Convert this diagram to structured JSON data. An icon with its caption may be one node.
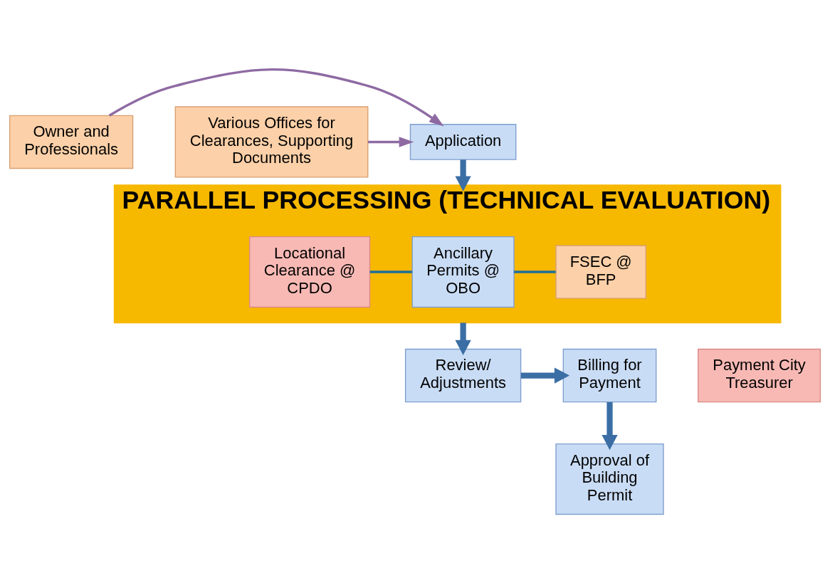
{
  "diagram": {
    "nodes": [
      {
        "text": [
          "Owner and Professionals"
        ]
      },
      {
        "text": [
          "Application"
        ]
      },
      {
        "text": [
          "Various Offices for Clearances, Supporting Documents"
        ]
      },
      {
        "text": [
          "PARALLEL PROCESSING (TECHNICAL EVALUATION)"
        ]
      },
      {
        "text": [
          "Locational Clearance @ CPDO"
        ],
        "in": 3
      },
      {
        "text": [
          "Ancillary Permits @ OBO"
        ],
        "in": 3
      },
      {
        "text": [
          "FSEC @ BFP"
        ],
        "in": 3
      },
      {
        "text": [
          "Review/ Adjustments"
        ]
      },
      {
        "text": [
          "Billing for Payment"
        ]
      },
      {
        "text": [
          "Payment City Treasurer"
        ]
      },
      {
        "text": [
          "Approval of Building Permit"
        ]
      }
    ],
    "edges": [
      {
        "from": 0,
        "to": 1,
        "arrow": "to",
        "color": "#8e6aa3"
      },
      {
        "from": 2,
        "to": 1,
        "arrow": "to",
        "color": "#8e6aa3"
      },
      {
        "from": 1,
        "to": 3,
        "arrow": "to",
        "style": "thick"
      },
      {
        "from": 4,
        "to": 5,
        "arrow": "none",
        "color": "#1f6f9a"
      },
      {
        "from": 5,
        "to": 6,
        "arrow": "none",
        "color": "#1f6f9a"
      },
      {
        "from": 3,
        "to": 7,
        "arrow": "to",
        "style": "thick"
      },
      {
        "from": 7,
        "to": 8,
        "arrow": "to",
        "style": "thick"
      },
      {
        "from": 8,
        "to": 10,
        "arrow": "to",
        "style": "thick"
      }
    ]
  }
}
